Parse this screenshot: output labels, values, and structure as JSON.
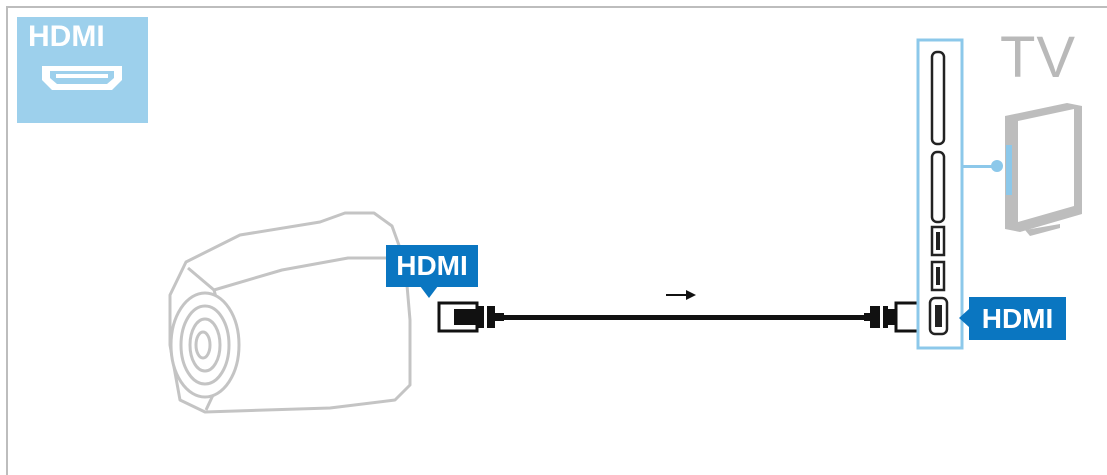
{
  "diagram": {
    "badge_label": "HDMI",
    "tv_label": "TV",
    "camera_port_label": "HDMI",
    "tv_port_label": "HDMI",
    "direction": "camcorder-to-tv",
    "colors": {
      "accent": "#0a76c1",
      "badge_bg": "#9dd0ec",
      "panel_outline": "#8cc8ea",
      "device_gray": "#bdbdbd",
      "cable": "#111111"
    }
  }
}
